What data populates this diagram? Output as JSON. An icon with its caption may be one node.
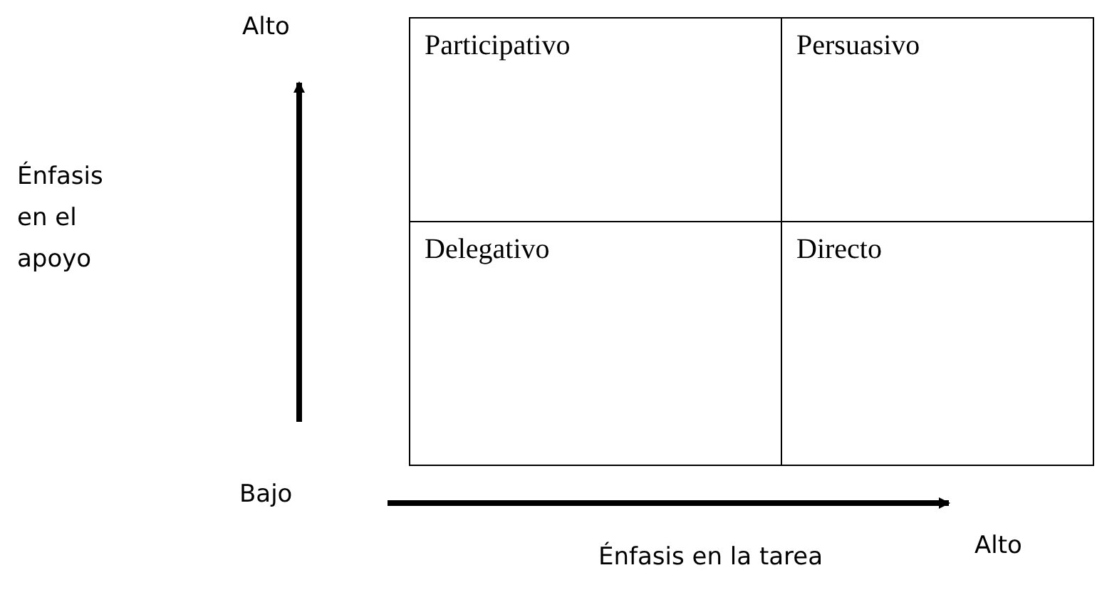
{
  "diagram": {
    "nodes": [
      {
        "text": [
          "Participativo"
        ]
      },
      {
        "text": [
          "Persuasivo"
        ]
      },
      {
        "text": [
          "Delegativo"
        ]
      },
      {
        "text": [
          "Directo"
        ]
      }
    ],
    "labels": [
      "Alto",
      "Énfasis en el apoyo",
      "Bajo",
      "Alto",
      "Énfasis en la tarea"
    ]
  }
}
